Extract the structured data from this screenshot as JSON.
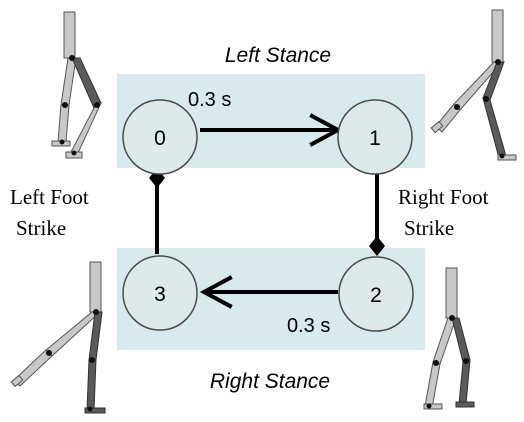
{
  "colors": {
    "background": "#ffffff",
    "stance_panel": "#d8eaed",
    "state_fill": "#dde9ea",
    "state_stroke": "#4a4a4a",
    "arrow": "#000000",
    "leg_light": "#c8c8c8",
    "leg_dark": "#5a5a5a",
    "joint": "#111111"
  },
  "labels": {
    "left_stance": "Left Stance",
    "right_stance": "Right Stance",
    "left_foot_strike_line1": "Left Foot",
    "left_foot_strike_line2": "Strike",
    "right_foot_strike_line1": "Right Foot",
    "right_foot_strike_line2": "Strike",
    "time_top": "0.3 s",
    "time_bottom": "0.3 s"
  },
  "states": [
    {
      "id": "0",
      "label": "0"
    },
    {
      "id": "1",
      "label": "1"
    },
    {
      "id": "2",
      "label": "2"
    },
    {
      "id": "3",
      "label": "3"
    }
  ],
  "transitions": [
    {
      "from": "0",
      "to": "1",
      "kind": "timed",
      "label": "0.3 s"
    },
    {
      "from": "1",
      "to": "2",
      "kind": "foot-strike",
      "label": "Right Foot Strike"
    },
    {
      "from": "2",
      "to": "3",
      "kind": "timed",
      "label": "0.3 s"
    },
    {
      "from": "3",
      "to": "0",
      "kind": "foot-strike",
      "label": "Left Foot Strike"
    }
  ],
  "figures": [
    {
      "name": "walker-figure-top-left"
    },
    {
      "name": "walker-figure-top-right"
    },
    {
      "name": "walker-figure-bottom-left"
    },
    {
      "name": "walker-figure-bottom-right"
    }
  ]
}
